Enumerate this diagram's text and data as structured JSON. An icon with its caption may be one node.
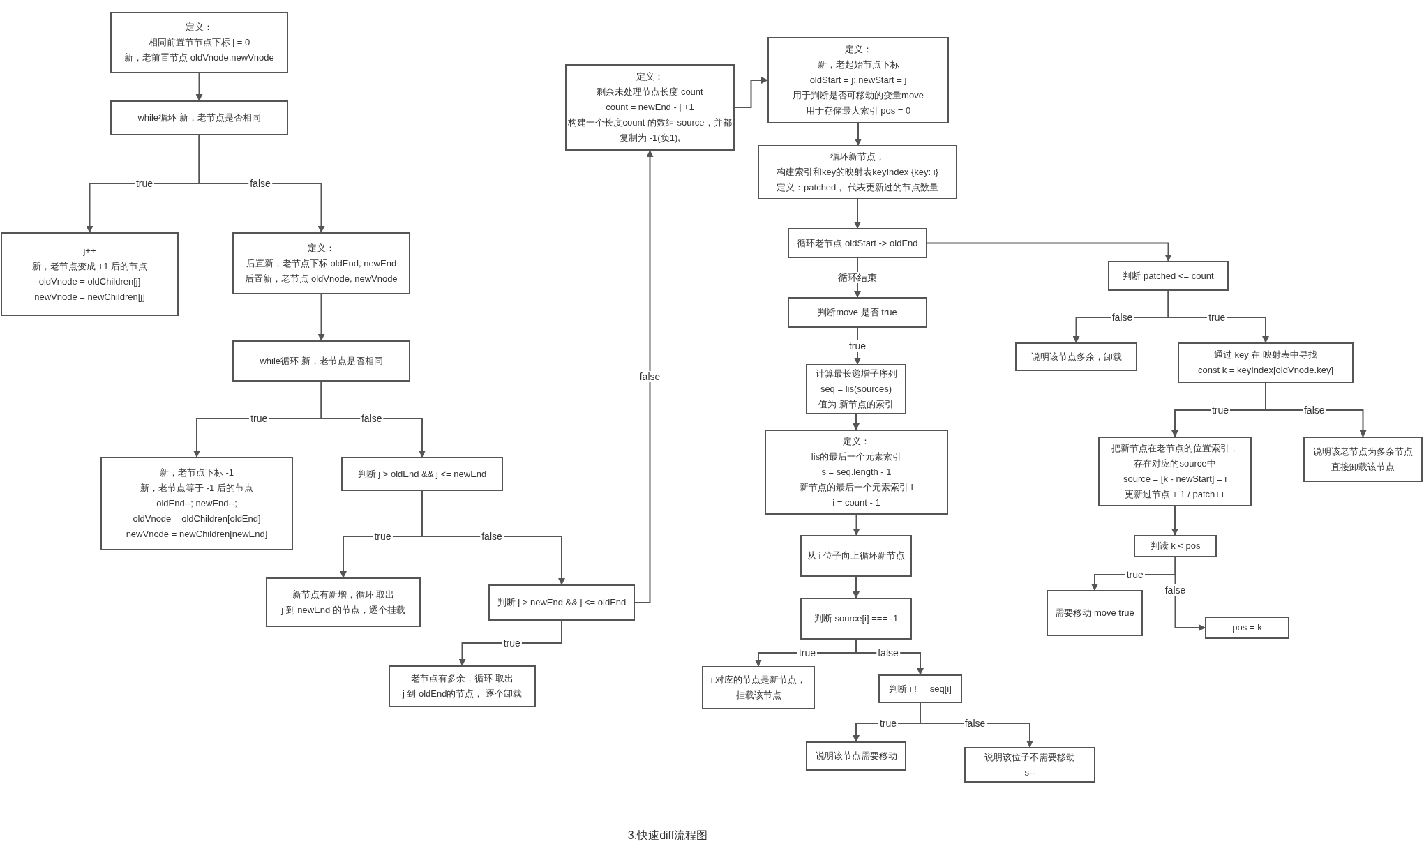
{
  "diagram": {
    "caption": "3.快速diff流程图",
    "nodes": [
      {
        "text": [
          "定义：",
          "相同前置节节点下标 j = 0",
          "新，老前置节点 oldVnode,newVnode"
        ]
      },
      {
        "text": [
          "while循环 新，老节点是否相同"
        ]
      },
      {
        "text": [
          "j++",
          "新，老节点变成 +1 后的节点",
          "oldVnode = oldChildren[j]",
          "newVnode = newChildren[j]"
        ]
      },
      {
        "text": [
          "定义：",
          "后置新，老节点下标 oldEnd, newEnd",
          "后置新，老节点 oldVnode, newVnode"
        ]
      },
      {
        "text": [
          "while循环 新，老节点是否相同"
        ]
      },
      {
        "text": [
          "新，老节点下标 -1",
          "新，老节点等于 -1 后的节点",
          "oldEnd--; newEnd--;",
          "oldVnode = oldChildren[oldEnd]",
          "newVnode = newChildren[newEnd]"
        ]
      },
      {
        "text": [
          "判断 j > oldEnd && j <= newEnd"
        ]
      },
      {
        "text": [
          "新节点有新增，循环 取出",
          "j 到 newEnd 的节点，逐个挂载"
        ]
      },
      {
        "text": [
          "判断 j > newEnd && j <= oldEnd"
        ]
      },
      {
        "text": [
          "老节点有多余，循环 取出",
          "j 到 oldEnd的节点， 逐个卸载"
        ]
      },
      {
        "text": [
          "定义：",
          "剩余未处理节点长度 count",
          "count = newEnd - j +1",
          "构建一个长度count 的数组 source，并都复制为 -1(负1),"
        ]
      },
      {
        "text": [
          "定义：",
          "新，老起始节点下标",
          "oldStart = j; newStart = j",
          "用于判断是否可移动的变量move",
          "用于存储最大索引 pos = 0"
        ]
      },
      {
        "text": [
          "循环新节点，",
          "构建索引和key的映射表keyIndex {key: i}",
          "定义：patched， 代表更新过的节点数量"
        ]
      },
      {
        "text": [
          "循环老节点 oldStart -> oldEnd"
        ]
      },
      {
        "text": [
          "判断move 是否 true"
        ]
      },
      {
        "text": [
          "计算最长递增子序列",
          "seq = lis(sources)",
          "值为 新节点的索引"
        ]
      },
      {
        "text": [
          "定义：",
          "lis的最后一个元素索引",
          "s = seq.length - 1",
          "新节点的最后一个元素索引 i",
          "i = count - 1"
        ]
      },
      {
        "text": [
          "从 i 位子向上循环新节点"
        ]
      },
      {
        "text": [
          "判断 source[i] === -1"
        ]
      },
      {
        "text": [
          "i 对应的节点是新节点，",
          "挂载该节点"
        ]
      },
      {
        "text": [
          "判断 i !== seq[i]"
        ]
      },
      {
        "text": [
          "说明该节点需要移动"
        ]
      },
      {
        "text": [
          "说明该位子不需要移动",
          "s--"
        ]
      },
      {
        "text": [
          "判断 patched <= count"
        ]
      },
      {
        "text": [
          "说明该节点多余，卸载"
        ]
      },
      {
        "text": [
          "通过 key 在 映射表中寻找",
          "const k = keyIndex[oldVnode.key]"
        ]
      },
      {
        "text": [
          "把新节点在老节点的位置索引，",
          "存在对应的source中",
          "source = [k - newStart] = i",
          "更新过节点 + 1 / patch++"
        ]
      },
      {
        "text": [
          "说明该老节点为多余节点",
          "直接卸载该节点"
        ]
      },
      {
        "text": [
          "判读 k < pos"
        ]
      },
      {
        "text": [
          "需要移动 move true"
        ]
      },
      {
        "text": [
          "pos = k"
        ]
      }
    ],
    "edges": [
      {
        "from": 0,
        "to": 1,
        "arrow": "to"
      },
      {
        "from": 1,
        "to": 2,
        "arrow": "to",
        "label": "true"
      },
      {
        "from": 1,
        "to": 3,
        "arrow": "to",
        "label": "false"
      },
      {
        "from": 3,
        "to": 4,
        "arrow": "to"
      },
      {
        "from": 4,
        "to": 5,
        "arrow": "to",
        "label": "true"
      },
      {
        "from": 4,
        "to": 6,
        "arrow": "to",
        "label": "false"
      },
      {
        "from": 6,
        "to": 7,
        "arrow": "to",
        "label": "true"
      },
      {
        "from": 6,
        "to": 8,
        "arrow": "to",
        "label": "false"
      },
      {
        "from": 8,
        "to": 9,
        "arrow": "to",
        "label": "true"
      },
      {
        "from": 8,
        "to": 10,
        "arrow": "to",
        "label": "false"
      },
      {
        "from": 10,
        "to": 11,
        "arrow": "to"
      },
      {
        "from": 11,
        "to": 12,
        "arrow": "to"
      },
      {
        "from": 12,
        "to": 13,
        "arrow": "to"
      },
      {
        "from": 13,
        "to": 14,
        "arrow": "to",
        "label": "循环结束"
      },
      {
        "from": 13,
        "to": 23,
        "arrow": "to"
      },
      {
        "from": 14,
        "to": 15,
        "arrow": "to",
        "label": "true"
      },
      {
        "from": 15,
        "to": 16,
        "arrow": "to"
      },
      {
        "from": 16,
        "to": 17,
        "arrow": "to"
      },
      {
        "from": 17,
        "to": 18,
        "arrow": "to"
      },
      {
        "from": 18,
        "to": 19,
        "arrow": "to",
        "label": "true"
      },
      {
        "from": 18,
        "to": 20,
        "arrow": "to",
        "label": "false"
      },
      {
        "from": 20,
        "to": 21,
        "arrow": "to",
        "label": "true"
      },
      {
        "from": 20,
        "to": 22,
        "arrow": "to",
        "label": "false"
      },
      {
        "from": 23,
        "to": 24,
        "arrow": "to",
        "label": "false"
      },
      {
        "from": 23,
        "to": 25,
        "arrow": "to",
        "label": "true"
      },
      {
        "from": 25,
        "to": 26,
        "arrow": "to",
        "label": "true"
      },
      {
        "from": 25,
        "to": 27,
        "arrow": "to",
        "label": "false"
      },
      {
        "from": 26,
        "to": 28,
        "arrow": "to"
      },
      {
        "from": 28,
        "to": 29,
        "arrow": "to",
        "label": "true"
      },
      {
        "from": 28,
        "to": 30,
        "arrow": "to",
        "label": "false"
      }
    ]
  }
}
